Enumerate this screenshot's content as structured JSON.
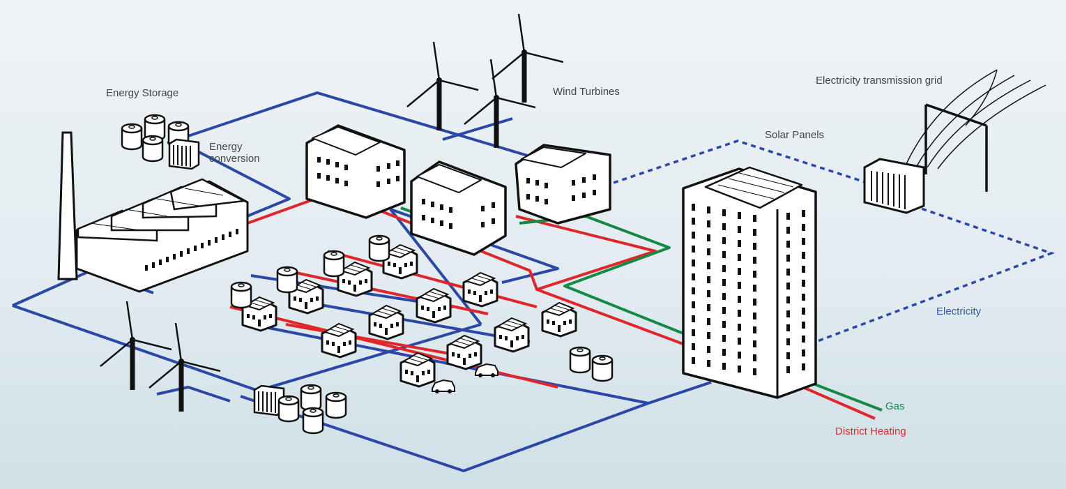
{
  "labels": {
    "energy_storage": "Energy Storage",
    "energy_conversion_line1": "Energy",
    "energy_conversion_line2": "conversion",
    "wind_turbines": "Wind Turbines",
    "transmission_grid": "Electricity transmission grid",
    "solar_panels": "Solar Panels",
    "electricity": "Electricity",
    "gas": "Gas",
    "district_heating": "District Heating"
  },
  "colors": {
    "electricity": "#2b48a8",
    "district_heating": "#e0262b",
    "gas": "#168a45",
    "label_text": "#444444",
    "electricity_label": "#3a55b0",
    "gas_label": "#168a45",
    "heating_label": "#e0262b"
  },
  "icons": [
    "factory-icon",
    "chimney-icon",
    "storage-tank-icon",
    "battery-icon",
    "wind-turbine-icon",
    "apartment-building-icon",
    "house-icon",
    "car-icon",
    "high-rise-icon",
    "transformer-icon",
    "power-pylon-icon"
  ]
}
